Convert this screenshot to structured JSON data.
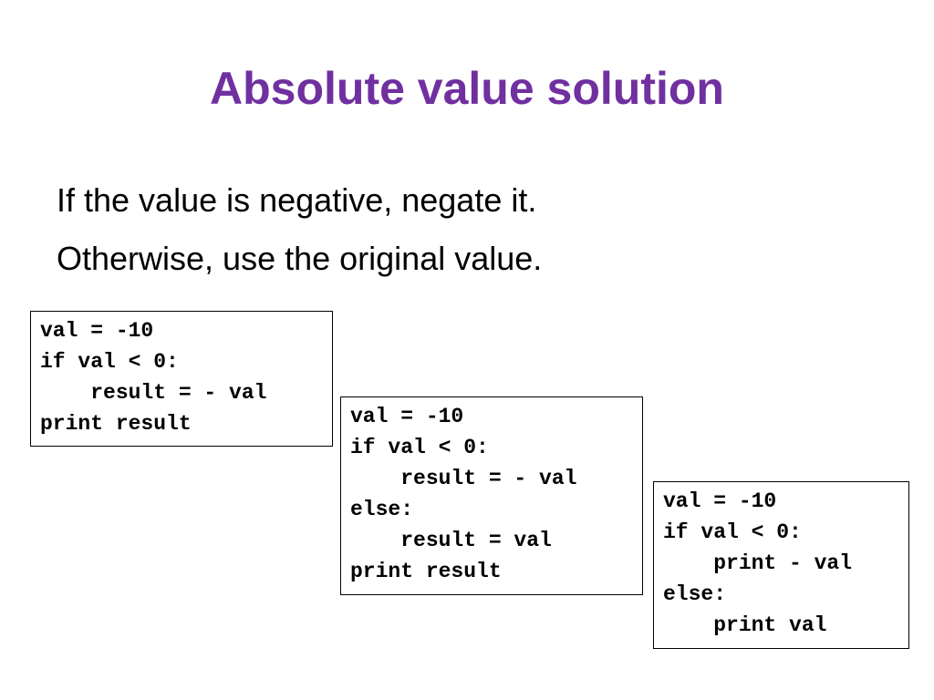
{
  "slide": {
    "title": "Absolute value solution",
    "bullets": [
      "If the value is negative, negate it.",
      "Otherwise, use the original value."
    ]
  },
  "code_boxes": [
    {
      "lines": [
        "val = -10",
        "if val < 0:",
        "    result = - val",
        "print result"
      ]
    },
    {
      "lines": [
        "val = -10",
        "if val < 0:",
        "    result = - val",
        "else:",
        "    result = val",
        "print result"
      ]
    },
    {
      "lines": [
        "val = -10",
        "if val < 0:",
        "    print - val",
        "else:",
        "    print val"
      ]
    }
  ],
  "colors": {
    "title": "#7030a0",
    "text": "#000000",
    "box_border": "#000000"
  }
}
